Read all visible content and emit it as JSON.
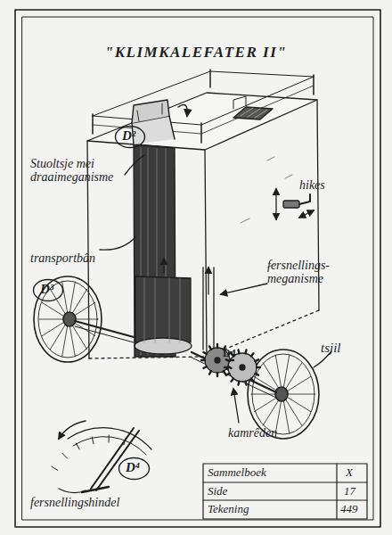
{
  "diagram": {
    "title": "\"KLIMKALEFATER II\"",
    "nodes": [
      {
        "text": [
          "D²"
        ]
      },
      {
        "text": [
          "D³"
        ]
      },
      {
        "text": [
          "D⁴"
        ]
      }
    ],
    "labels": [
      "Stuoltsje mei draaimeganisme",
      "transportbân",
      "hikes",
      "fersnellings- meganisme",
      "D4",
      "tsjil",
      "kamrêden",
      "fersnellingshindel",
      "Sammelboek",
      "X",
      "Side",
      "17",
      "Tekening",
      "449"
    ]
  }
}
